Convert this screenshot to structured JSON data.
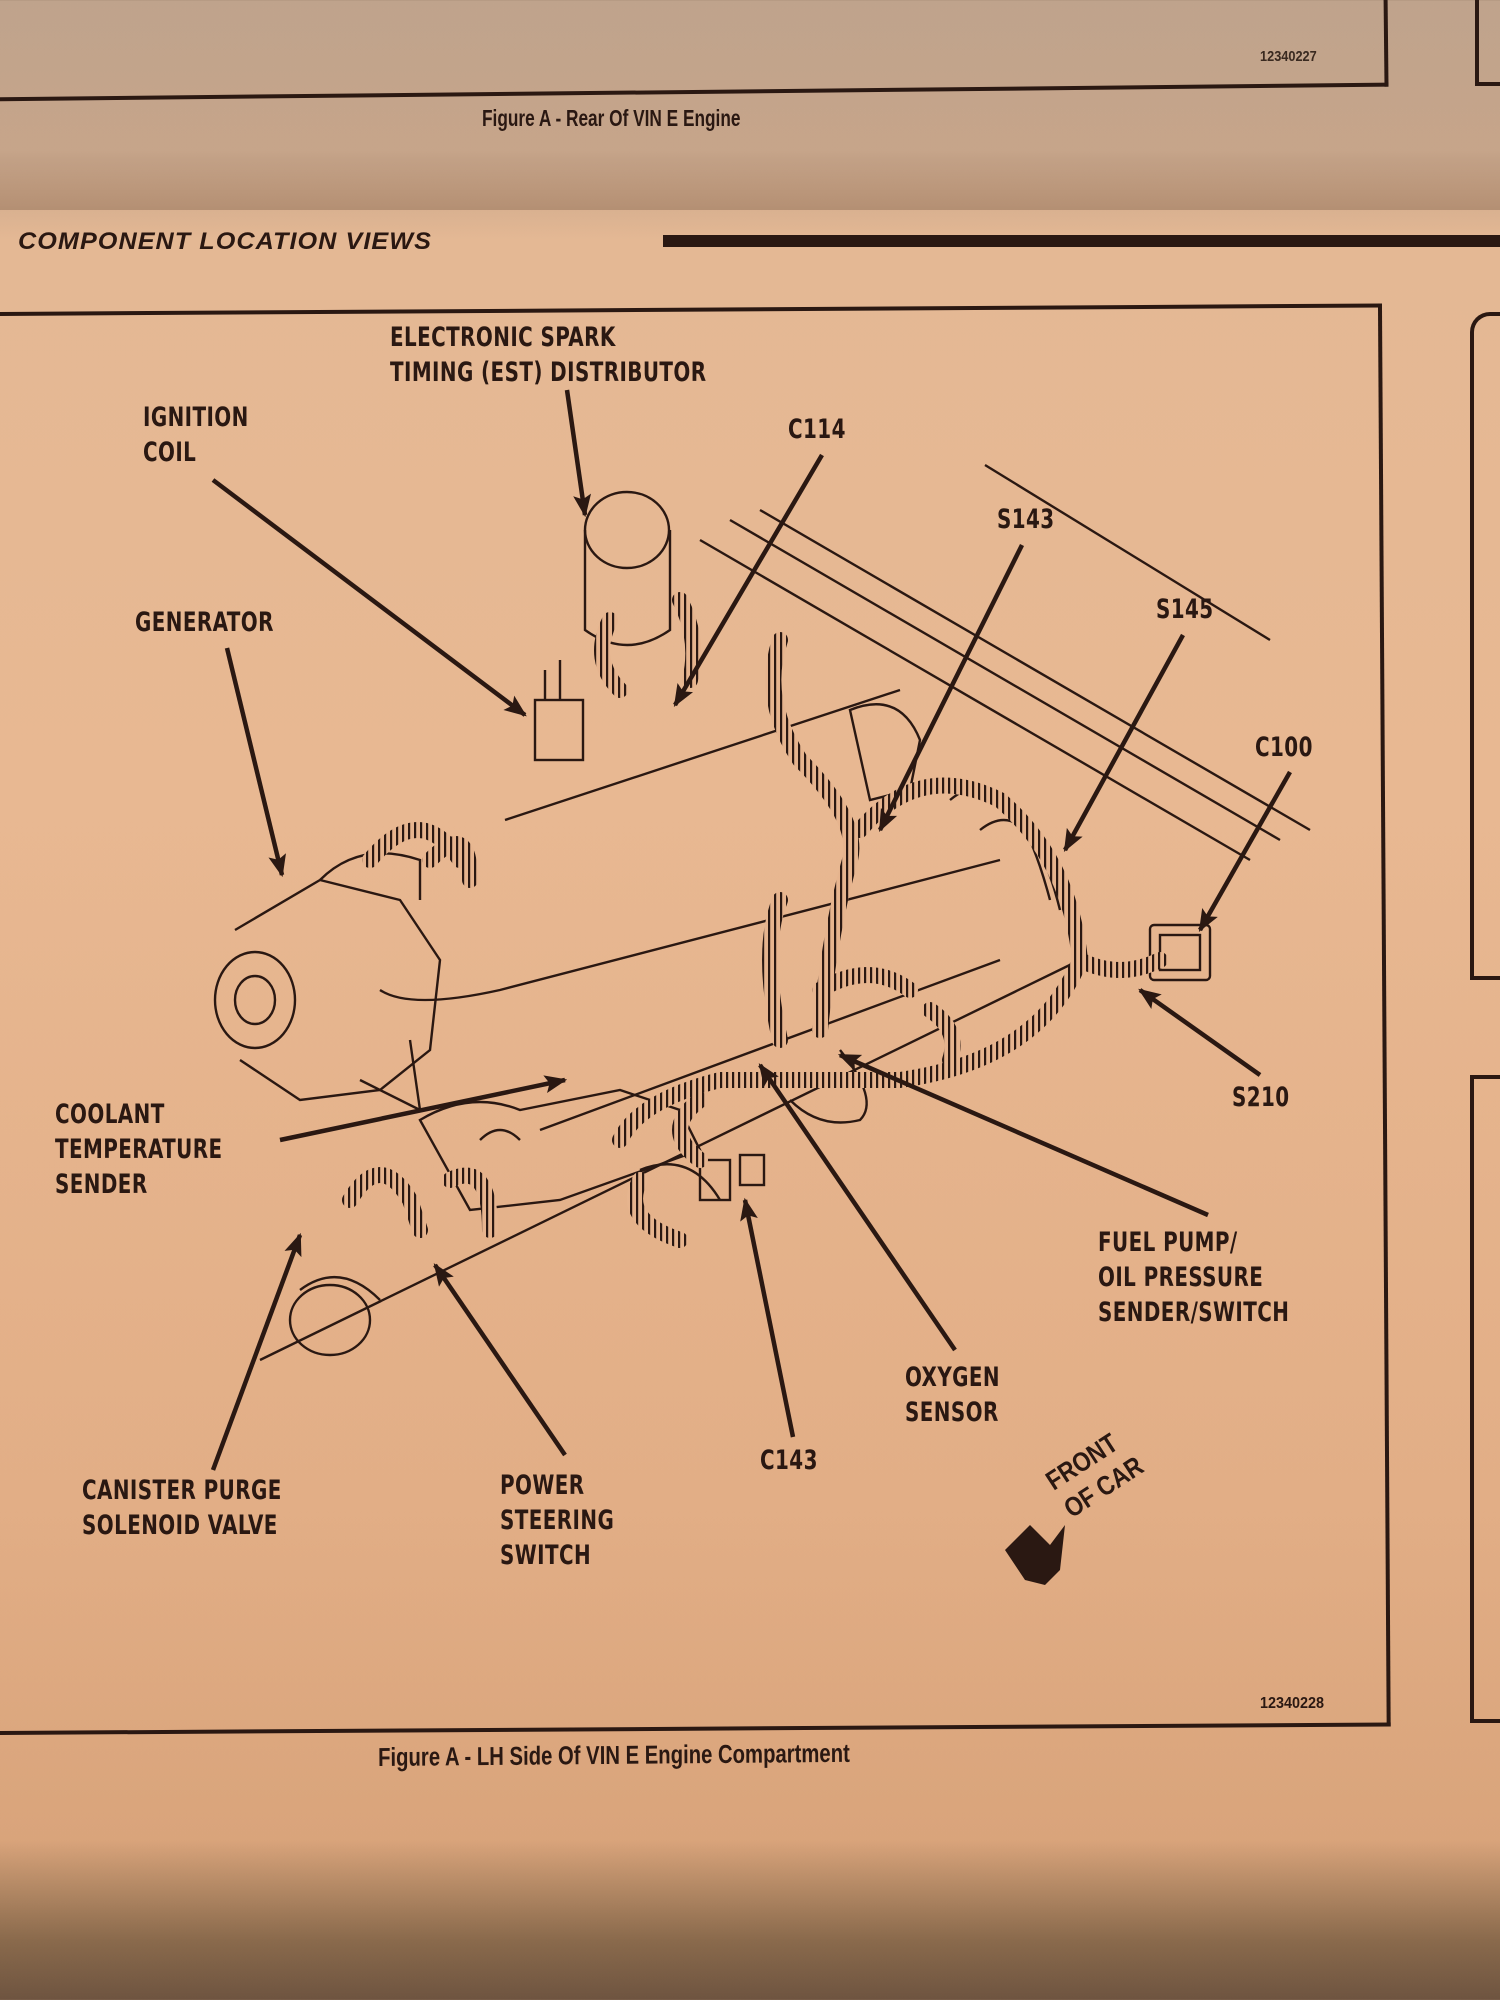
{
  "previous_figure": {
    "figure_number": "12340227",
    "caption": "Figure A - Rear Of VIN E Engine"
  },
  "section": {
    "heading": "COMPONENT LOCATION VIEWS"
  },
  "figure": {
    "figure_number": "12340228",
    "caption": "Figure A - LH Side Of VIN E Engine Compartment",
    "orientation_indicator": {
      "label": "FRONT\nOF CAR",
      "icon": "arrow-down-left-icon"
    },
    "callouts": [
      {
        "id": "est-distributor",
        "label": "ELECTRONIC SPARK\nTIMING (EST) DISTRIBUTOR"
      },
      {
        "id": "ignition-coil",
        "label": "IGNITION\nCOIL"
      },
      {
        "id": "c114",
        "label": "C114"
      },
      {
        "id": "s143",
        "label": "S143"
      },
      {
        "id": "generator",
        "label": "GENERATOR"
      },
      {
        "id": "s145",
        "label": "S145"
      },
      {
        "id": "c100",
        "label": "C100"
      },
      {
        "id": "coolant-temp-sender",
        "label": "COOLANT\nTEMPERATURE\nSENDER"
      },
      {
        "id": "s210",
        "label": "S210"
      },
      {
        "id": "fuel-pump-oil-pressure",
        "label": "FUEL PUMP/\nOIL PRESSURE\nSENDER/SWITCH"
      },
      {
        "id": "oxygen-sensor",
        "label": "OXYGEN\nSENSOR"
      },
      {
        "id": "c143",
        "label": "C143"
      },
      {
        "id": "canister-purge",
        "label": "CANISTER PURGE\nSOLENOID VALVE"
      },
      {
        "id": "power-steering-switch",
        "label": "POWER\nSTEERING\nSWITCH"
      }
    ]
  }
}
